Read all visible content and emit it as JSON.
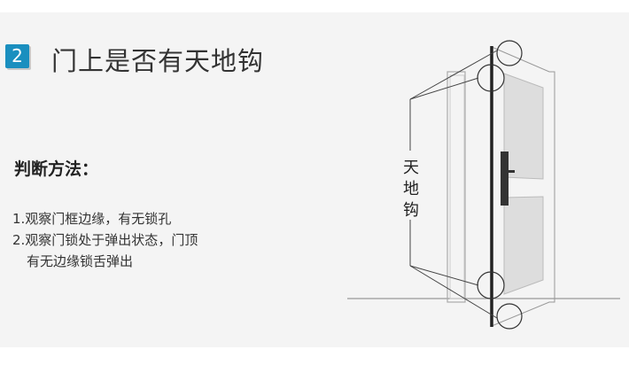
{
  "header": {
    "number": "2",
    "title": "门上是否有天地钩"
  },
  "method": {
    "heading": "判断方法：",
    "steps": [
      "1.观察门框边缘，有无锁孔",
      "2.观察门锁处于弹出状态，门顶",
      "有无边缘锁舌弹出"
    ]
  },
  "diagram": {
    "label": "天地钩"
  }
}
